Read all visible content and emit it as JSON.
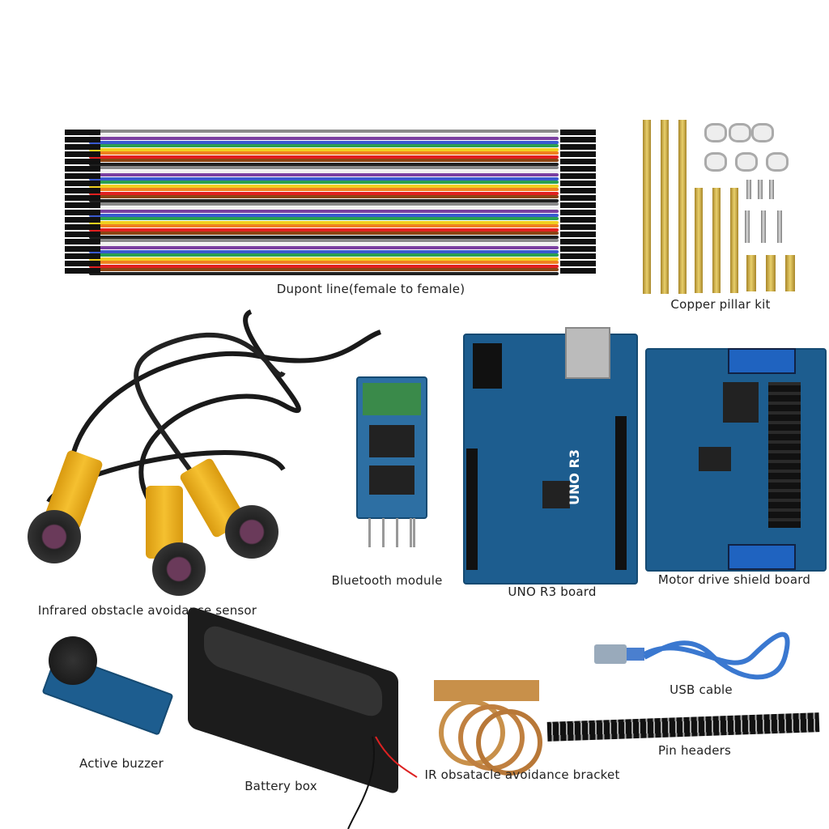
{
  "labels": {
    "dupont": "Dupont line(female to female)",
    "copper": "Copper pillar kit",
    "infrared": "Infrared obstacle avoidance sensor",
    "bluetooth": "Bluetooth module",
    "uno": "UNO R3 board",
    "motor": "Motor drive shield board",
    "usb": "USB cable",
    "buzzer": "Active buzzer",
    "battery": "Battery box",
    "bracket": "IR obsatacle avoidance bracket",
    "pins": "Pin headers"
  },
  "board_text": {
    "uno": "UNO R3"
  },
  "wire_colors": [
    "#8a8a8a",
    "#f0f0f0",
    "#7a3fa0",
    "#3a5ad0",
    "#2aa050",
    "#f0d020",
    "#f08020",
    "#e02020",
    "#8b4513",
    "#202020"
  ]
}
